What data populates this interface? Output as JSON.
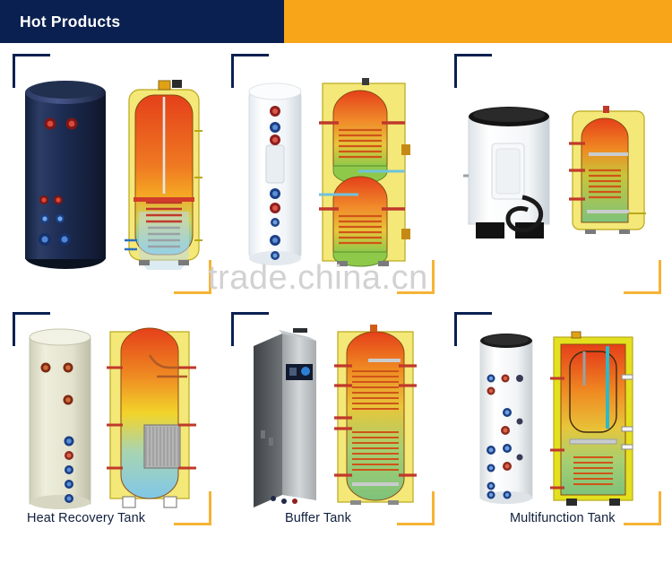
{
  "header": {
    "title": "Hot Products",
    "navy_color": "#0a2050",
    "orange_color": "#f9a51a"
  },
  "watermark": {
    "text": "trade.china.cn",
    "color": "#d2d2d2"
  },
  "theme": {
    "bracket_navy": "#0a2050",
    "bracket_orange": "#f6b335",
    "label_color": "#101f3d",
    "page_background": "#ffffff"
  },
  "products": [
    {
      "id": "navy-solar-tank",
      "label": "",
      "row": 1,
      "col": 1,
      "photo": {
        "shell_color": "#1c2c52",
        "shell_top": "#3a4a70",
        "kind": "cylindrical-tank-photo"
      },
      "cutaway": {
        "insulation": "#f2e36a",
        "top_zone": "#e8501e",
        "mid_zone": "#f08a2a",
        "bottom_zone": "#9fd8ea",
        "coil": "#b9bdc0",
        "kind": "tank-cutaway-diagram"
      }
    },
    {
      "id": "double-coil-tank",
      "label": "",
      "row": 1,
      "col": 2,
      "photo": {
        "shell_color": "#eef2f6",
        "shell_top": "#ffffff",
        "kind": "cylindrical-tank-photo"
      },
      "cutaway": {
        "insulation": "#f2e36a",
        "top_zone": "#e8501e",
        "mid_zone": "#f5a623",
        "bottom_zone": "#8fc94a",
        "coil": "#d35b18",
        "kind": "double-coil-cutaway-diagram"
      }
    },
    {
      "id": "white-compact-tank",
      "label": "",
      "row": 1,
      "col": 3,
      "photo": {
        "shell_color": "#f2f4f6",
        "shell_top": "#1a1a1a",
        "kind": "compact-tank-photo"
      },
      "cutaway": {
        "insulation": "#f2e36a",
        "top_zone": "#e8501e",
        "mid_zone": "#c6c63a",
        "bottom_zone": "#7ec27a",
        "coil": "#d35b18",
        "kind": "compact-cutaway-diagram"
      }
    },
    {
      "id": "heat-recovery-tank",
      "label": "Heat Recovery Tank",
      "row": 2,
      "col": 1,
      "photo": {
        "shell_color": "#dfdfcd",
        "shell_top": "#eceadb",
        "kind": "cylindrical-tank-photo"
      },
      "cutaway": {
        "insulation": "#f2e36a",
        "top_zone": "#e8501e",
        "mid_zone": "#f5d423",
        "bottom_zone": "#7fc7e8",
        "coil": "#9a9a9a",
        "kind": "plate-exchanger-cutaway-diagram"
      }
    },
    {
      "id": "buffer-tank",
      "label": "Buffer Tank",
      "row": 2,
      "col": 2,
      "photo": {
        "shell_color": "#b9bcbf",
        "shell_top": "#8d9194",
        "kind": "cabinet-unit-photo"
      },
      "cutaway": {
        "insulation": "#f2e36a",
        "top_zone": "#e8501e",
        "mid_zone": "#f0a32a",
        "bottom_zone": "#7ec27a",
        "coil": "#d35b18",
        "kind": "double-coil-cutaway-diagram"
      }
    },
    {
      "id": "multifunction-tank",
      "label": "Multifunction Tank",
      "row": 2,
      "col": 3,
      "photo": {
        "shell_color": "#eceef0",
        "shell_top": "#1a1a1a",
        "kind": "cylindrical-tank-photo"
      },
      "cutaway": {
        "insulation": "#e3e01f",
        "top_zone": "#e8501e",
        "mid_zone": "#f0a32a",
        "bottom_zone": "#7ec27a",
        "coil": "#d35b18",
        "kind": "tank-in-tank-cutaway-diagram"
      }
    }
  ]
}
